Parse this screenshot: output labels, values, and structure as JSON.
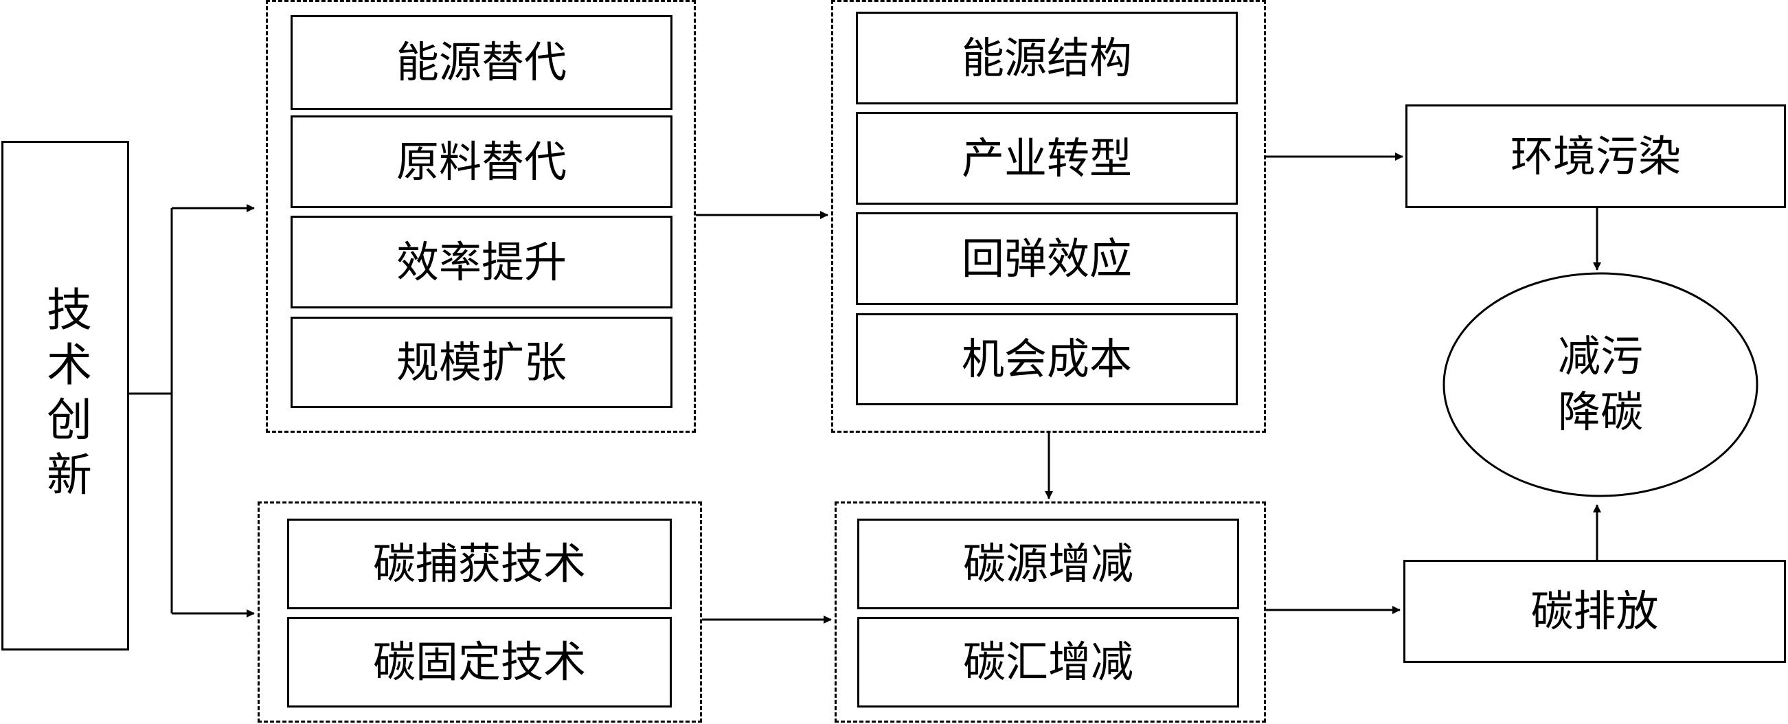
{
  "source": {
    "label": "技术创新"
  },
  "mechanisms": {
    "items": [
      "能源替代",
      "原料替代",
      "效率提升",
      "规模扩张"
    ]
  },
  "carbon_tech": {
    "items": [
      "碳捕获技术",
      "碳固定技术"
    ]
  },
  "channels": {
    "items": [
      "能源结构",
      "产业转型",
      "回弹效应",
      "机会成本"
    ]
  },
  "carbon_change": {
    "items": [
      "碳源增减",
      "碳汇增减"
    ]
  },
  "outcomes": {
    "pollution": "环境污染",
    "emission": "碳排放",
    "goal_line1": "减污",
    "goal_line2": "降碳"
  }
}
